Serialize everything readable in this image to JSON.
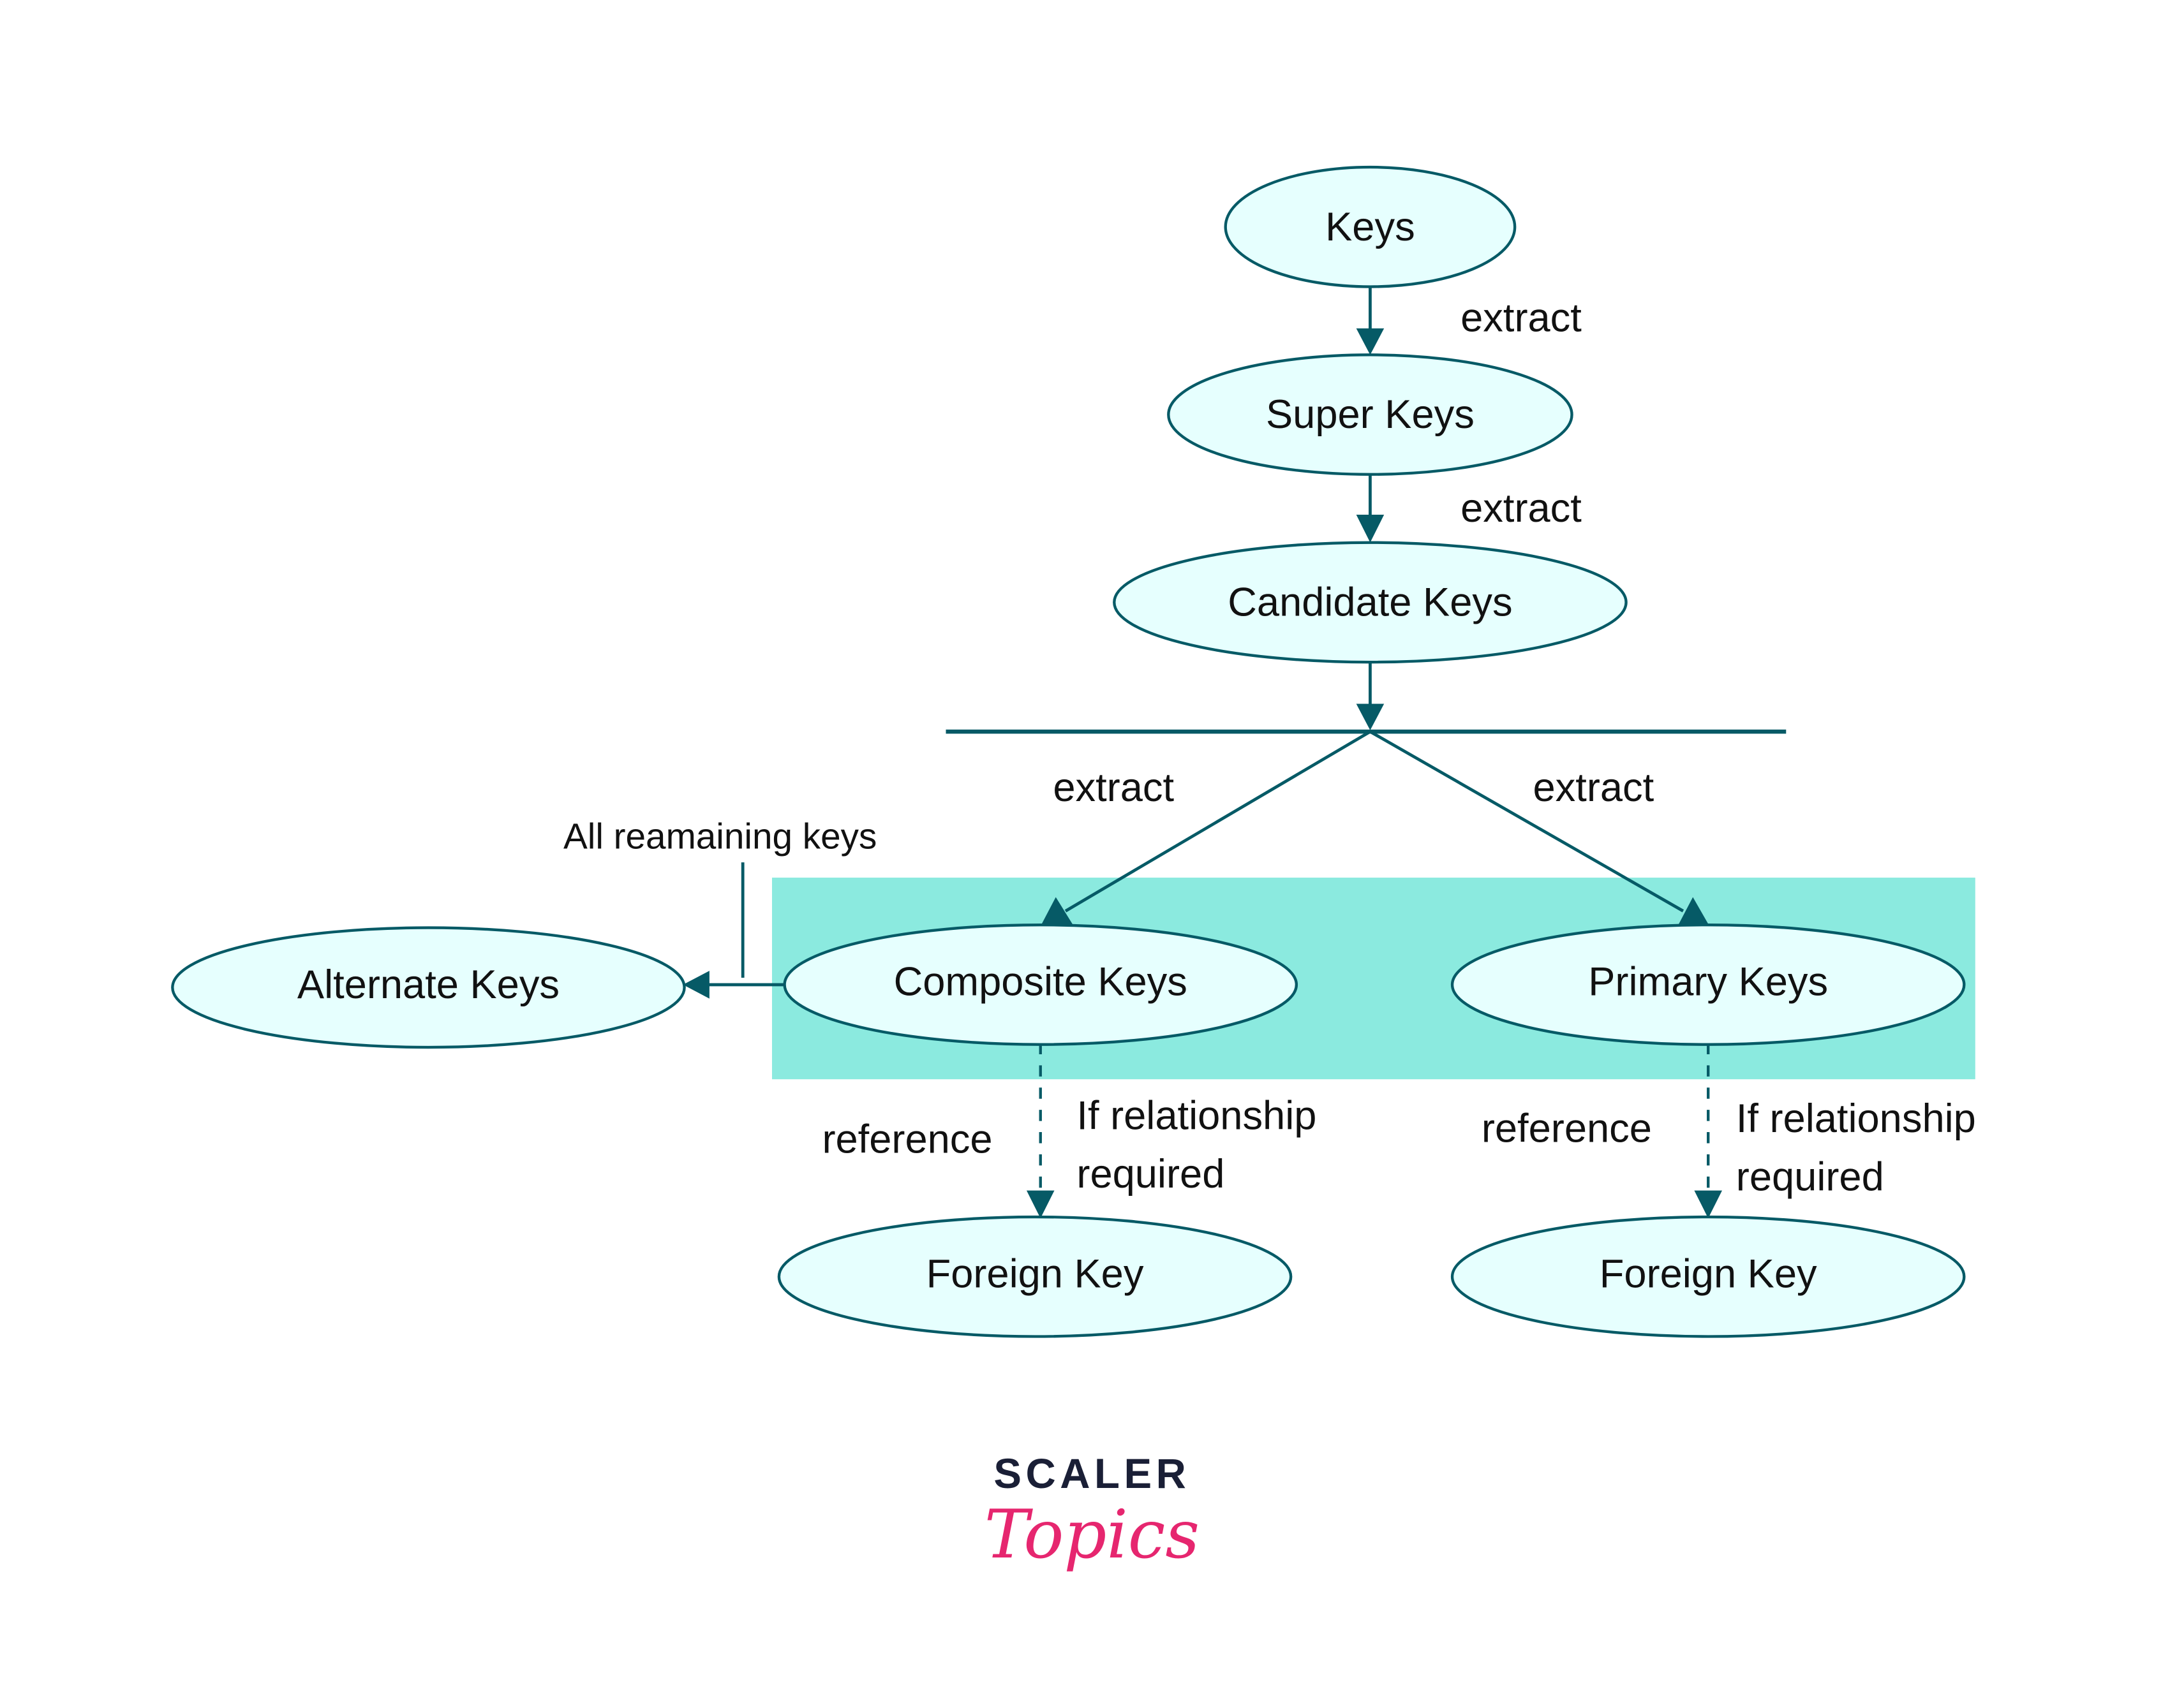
{
  "colors": {
    "highlight": "#8BEADF",
    "node_fill": "#E6FFFE",
    "stroke": "#065A66",
    "logo_dark": "#1A1F36",
    "logo_pink": "#E6266F"
  },
  "nodes": {
    "keys": "Keys",
    "super_keys": "Super Keys",
    "candidate_keys": "Candidate Keys",
    "composite_keys": "Composite Keys",
    "primary_keys": "Primary Keys",
    "alternate_keys": "Alternate Keys",
    "foreign_key_left": "Foreign Key",
    "foreign_key_right": "Foreign Key"
  },
  "edges": {
    "extract_1": "extract",
    "extract_2": "extract",
    "extract_left": "extract",
    "extract_right": "extract",
    "all_remaining": "All reamaining keys",
    "reference_left": "reference",
    "reference_right": "reference",
    "if_rel_left_1": "If relationship",
    "if_rel_left_2": "required",
    "if_rel_right_1": "If relationship",
    "if_rel_right_2": "required"
  },
  "logo": {
    "line1": "SCALER",
    "line2": "Topics"
  }
}
